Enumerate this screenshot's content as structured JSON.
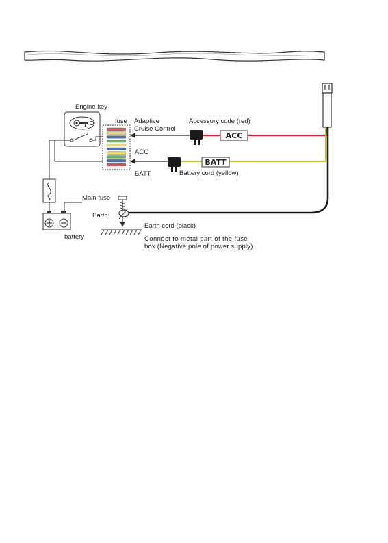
{
  "labels": {
    "engine_key": "Engine key",
    "fuse": "fuse",
    "adaptive_line1": "Adaptive",
    "adaptive_line2": "Cruise Control",
    "accessory_code": "Accessory code (red)",
    "acc_fusebox": "ACC",
    "batt_fusebox": "BATT",
    "battery_cord": "Battery cord (yellow)",
    "main_fuse": "Main fuse",
    "earth": "Earth",
    "earth_cord": "Earth cord (black)",
    "battery": "battery",
    "connect_line1": "Connect to metal part of the fuse",
    "connect_line2": "box (Negative pole of power supply)"
  },
  "tags": {
    "acc": "ACC",
    "batt": "BATT"
  },
  "colors": {
    "red_wire": "#d8202a",
    "yellow_wire": "#c9c23a",
    "black_wire": "#1a1a1a",
    "line": "#333333",
    "fuse_red": "#d9534f",
    "fuse_yellow": "#e8e066",
    "fuse_blue": "#4a6fb5",
    "fuse_green": "#6bb56b"
  }
}
